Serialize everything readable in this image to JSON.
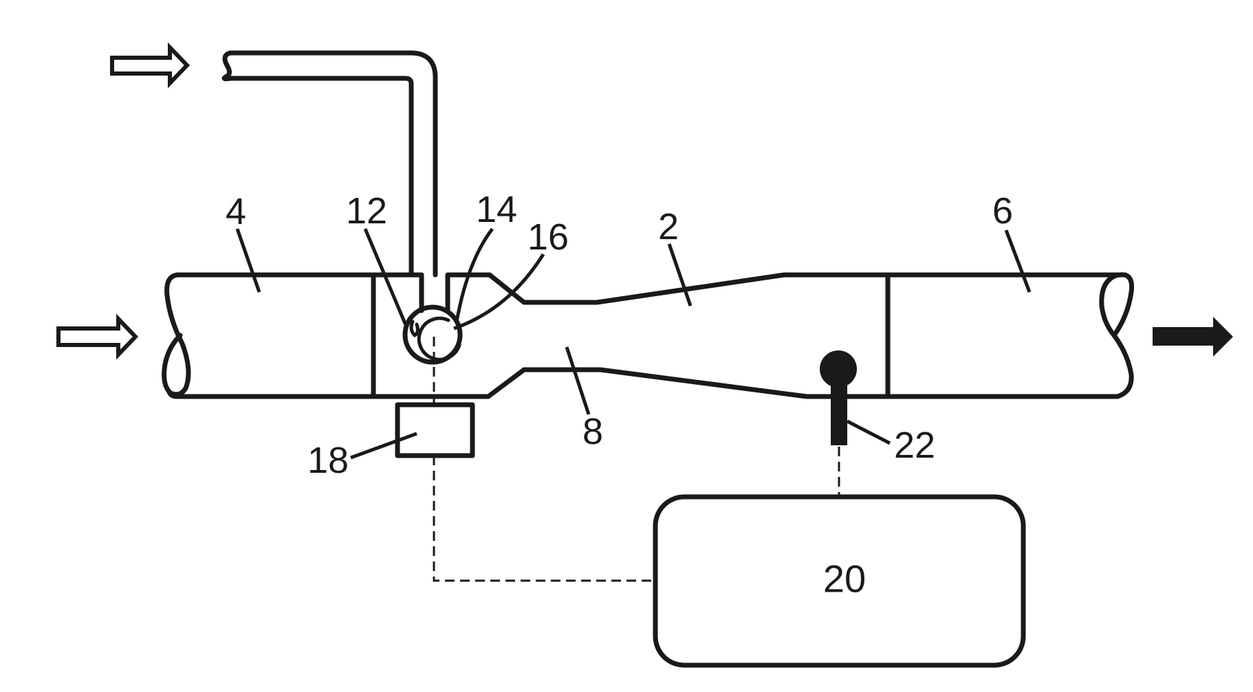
{
  "figure": {
    "type": "patent schematic - venturi mixing pipe with injection nozzle and control unit",
    "flow_arrows": [
      {
        "id": "secondary-inlet",
        "style": "hollow",
        "direction": "right"
      },
      {
        "id": "main-inlet",
        "style": "hollow",
        "direction": "right"
      },
      {
        "id": "outlet",
        "style": "solid",
        "direction": "right"
      }
    ],
    "labels": {
      "venturi": "2",
      "inlet_pipe": "4",
      "outlet_pipe": "6",
      "throat": "8",
      "nozzle_outer": "12",
      "nozzle_ring": "14",
      "nozzle_inner": "16",
      "actuator": "18",
      "controller": "20",
      "sensor": "22"
    },
    "connections": [
      {
        "from": "18",
        "to": "20",
        "style": "dashed"
      },
      {
        "from": "22",
        "to": "20",
        "style": "dashed"
      },
      {
        "from": "16",
        "to": "18",
        "style": "dashed"
      }
    ]
  }
}
